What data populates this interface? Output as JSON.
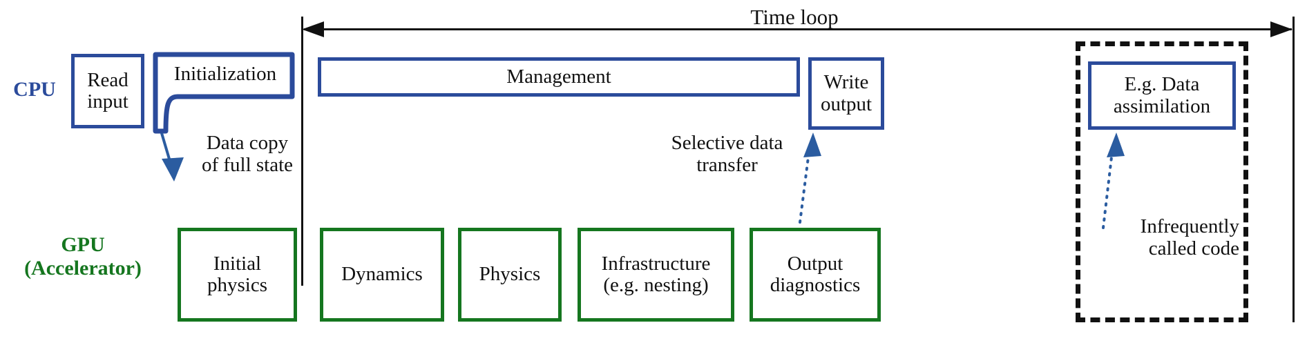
{
  "diagram": {
    "title": "Time loop",
    "colors": {
      "cpu": "#2b4b9b",
      "gpu": "#15761f",
      "outline": "#111111",
      "background": "#ffffff"
    }
  },
  "rows": {
    "cpu": {
      "label": "CPU"
    },
    "gpu": {
      "label_line1": "GPU",
      "label_line2": "(Accelerator)"
    }
  },
  "cpu_boxes": {
    "read_input": {
      "line1": "Read",
      "line2": "input"
    },
    "initialization": {
      "line1": "Initialization"
    },
    "management": {
      "line1": "Management"
    },
    "write_output": {
      "line1": "Write",
      "line2": "output"
    },
    "data_assimilation": {
      "line1": "E.g. Data",
      "line2": "assimilation"
    }
  },
  "gpu_boxes": {
    "initial_physics": {
      "line1": "Initial",
      "line2": "physics"
    },
    "dynamics": {
      "line1": "Dynamics"
    },
    "physics": {
      "line1": "Physics"
    },
    "infrastructure": {
      "line1": "Infrastructure",
      "line2": "(e.g. nesting)"
    },
    "output_diagnostics": {
      "line1": "Output",
      "line2": "diagnostics"
    }
  },
  "annotations": {
    "data_copy": {
      "line1": "Data copy",
      "line2": "of full state"
    },
    "selective_transfer": {
      "line1": "Selective data",
      "line2": "transfer"
    },
    "infrequent": {
      "line1": "Infrequently",
      "line2": "called code"
    }
  }
}
